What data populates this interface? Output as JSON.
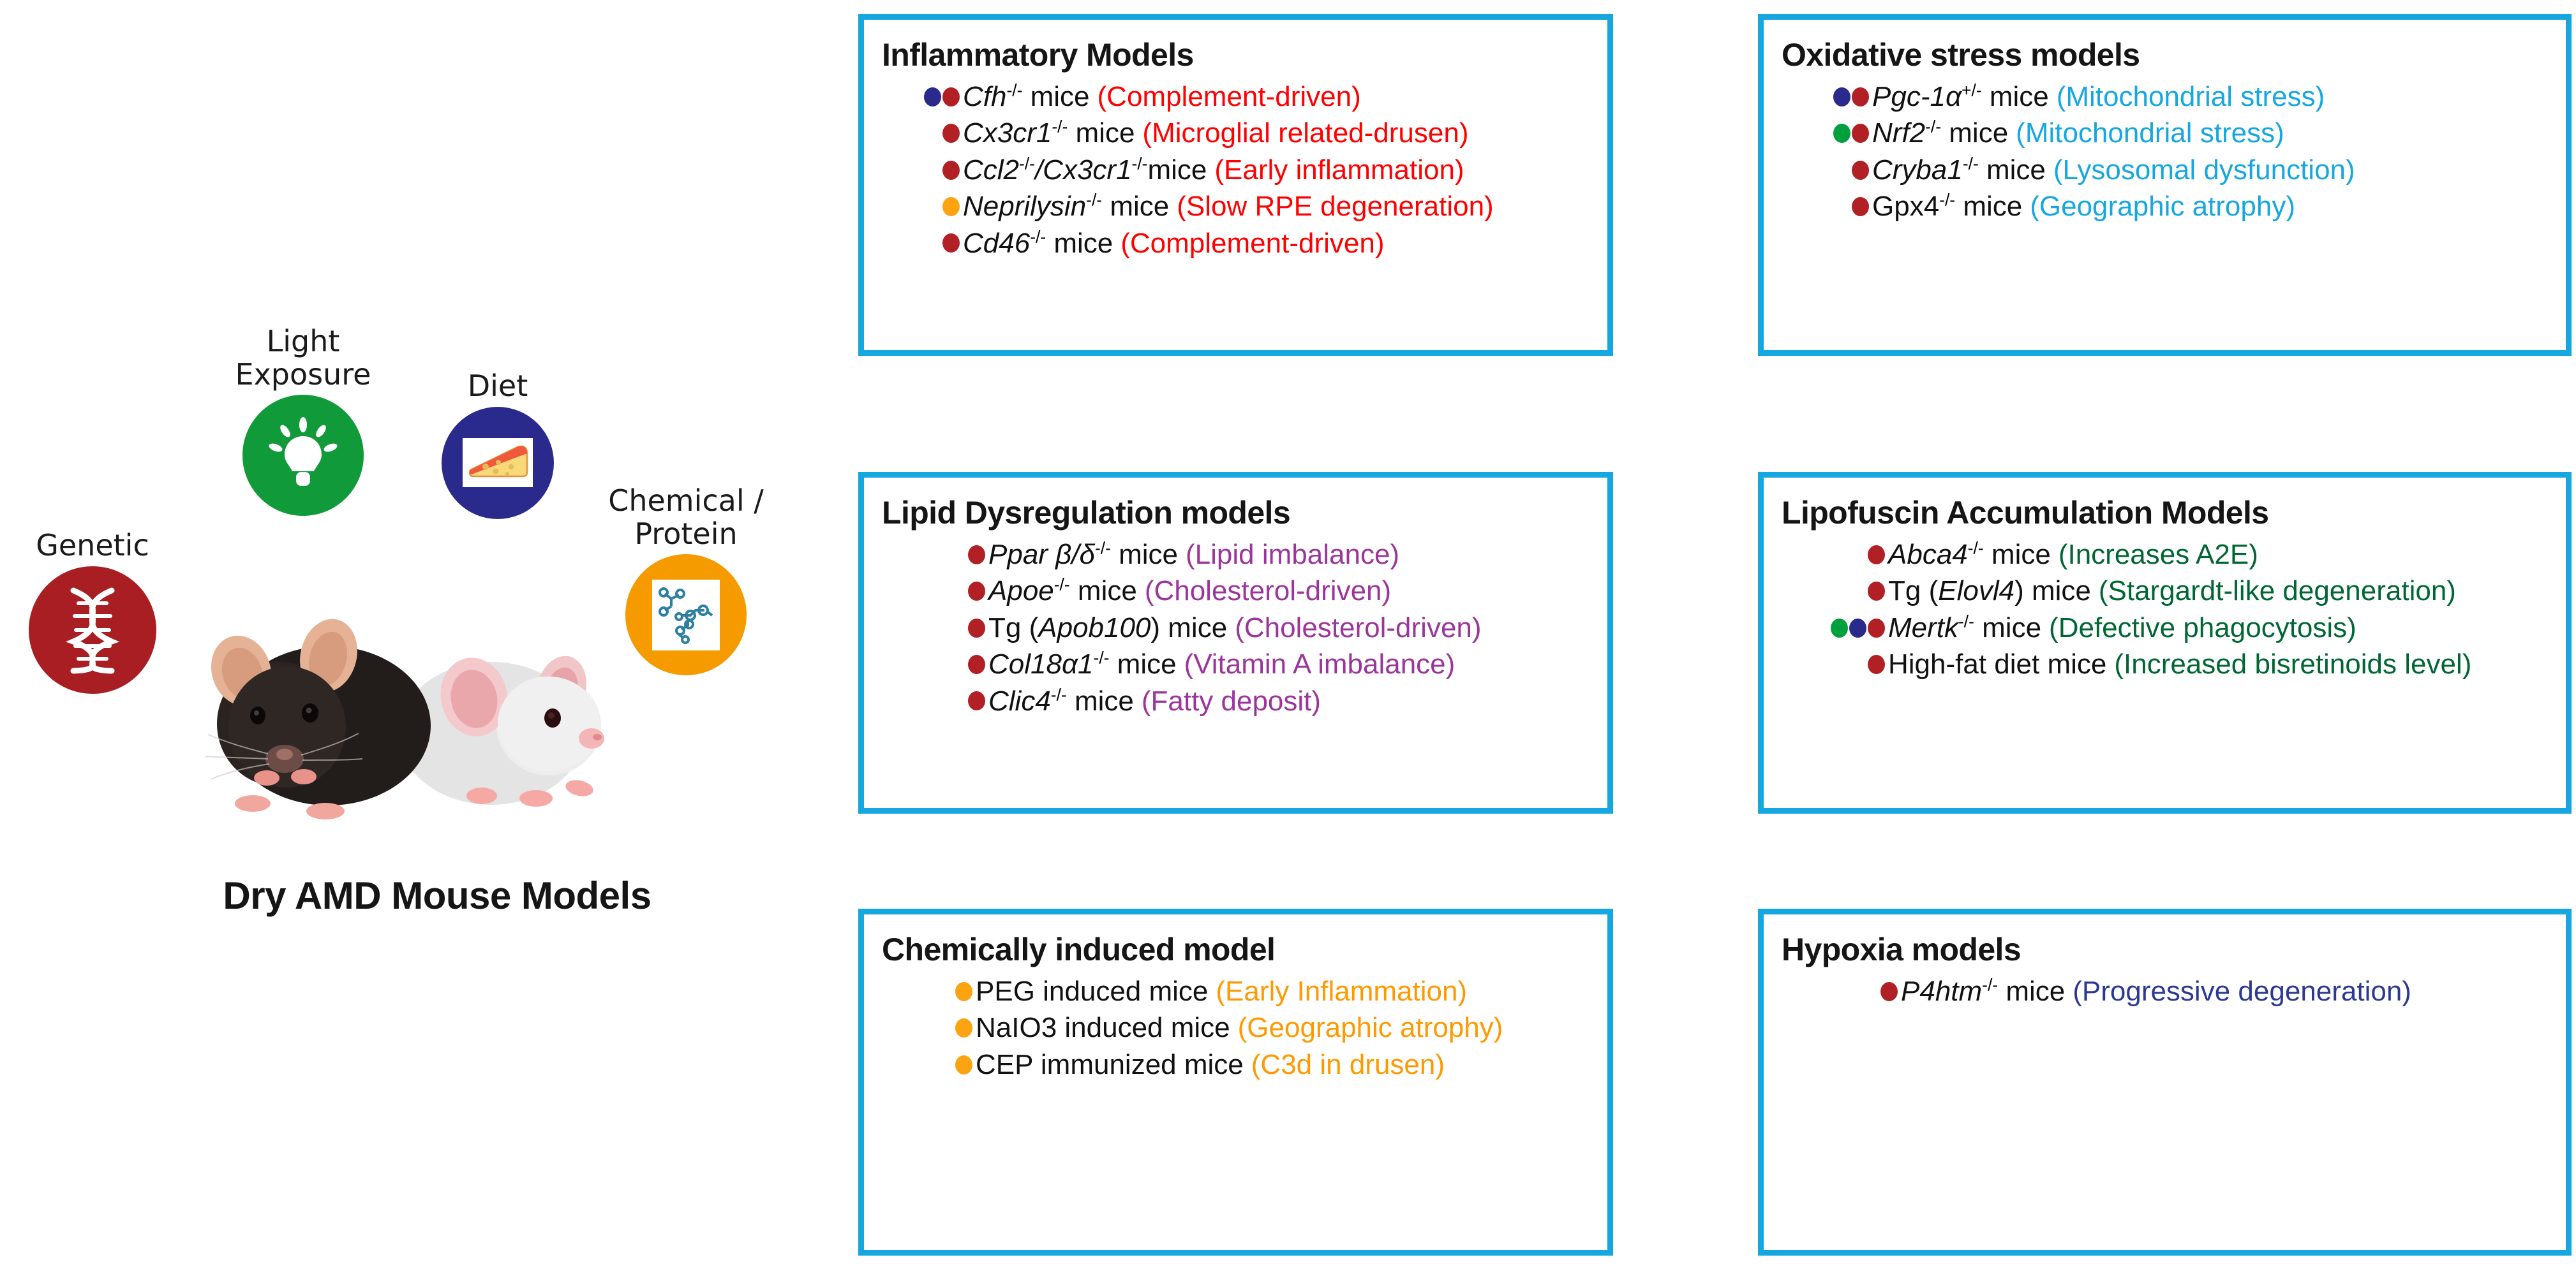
{
  "figure": {
    "title": "Dry AMD Mouse Models",
    "photo_alt": "two-mice-photo"
  },
  "colors": {
    "box_border": "#16A7E0",
    "dot_red": "#B02025",
    "dot_blue": "#2A2A8C",
    "dot_green": "#00A03C",
    "dot_orange": "#FCA311",
    "genetic_circle": "#A81E22",
    "light_circle": "#109A39",
    "diet_circle": "#2A2A8C",
    "chemical_circle": "#F59B00",
    "note_inflammatory": "#FF0000",
    "note_oxidative": "#16A7E0",
    "note_lipid": "#9B359B",
    "note_lipofuscin": "#006633",
    "note_chemical": "#FF9900",
    "note_hypoxia": "#2B3990"
  },
  "factors": [
    {
      "id": "genetic",
      "label": "Genetic",
      "icon": "dna-icon"
    },
    {
      "id": "light",
      "label": "Light\nExposure",
      "icon": "lightbulb-icon"
    },
    {
      "id": "diet",
      "label": "Diet",
      "icon": "cheese-icon"
    },
    {
      "id": "chemical",
      "label": "Chemical /\nProtein",
      "icon": "molecule-icon"
    }
  ],
  "boxes": [
    {
      "id": "inflammatory",
      "title": "Inflammatory Models",
      "entries": [
        {
          "dots": [
            "blue",
            "red"
          ],
          "gene": "Cfh",
          "sup": "-/-",
          "rest": " mice",
          "note": "(Complement-driven)"
        },
        {
          "dots": [
            "red"
          ],
          "gene": "Cx3cr1",
          "sup": "-/-",
          "rest": " mice",
          "note": "(Microglial related-drusen)"
        },
        {
          "dots": [
            "red"
          ],
          "gene": "Ccl2",
          "sup": "-/-",
          "gene2": "/Cx3cr1",
          "sup2": "-/-",
          "rest": "mice",
          "note": "(Early inflammation)"
        },
        {
          "dots": [
            "orange"
          ],
          "gene": "Neprilysin",
          "sup": "-/-",
          "rest": " mice",
          "note": "(Slow RPE degeneration)"
        },
        {
          "dots": [
            "red"
          ],
          "gene": "Cd46",
          "sup": "-/-",
          "rest": " mice",
          "note": "(Complement-driven)"
        }
      ]
    },
    {
      "id": "oxidative",
      "title": "Oxidative stress models",
      "entries": [
        {
          "dots": [
            "blue",
            "red"
          ],
          "gene": "Pgc-1α",
          "sup": "+/-",
          "rest": " mice",
          "note": "(Mitochondrial stress)"
        },
        {
          "dots": [
            "green",
            "red"
          ],
          "gene": "Nrf2",
          "sup": "-/-",
          "rest": " mice",
          "note": "(Mitochondrial stress)"
        },
        {
          "dots": [
            "red"
          ],
          "gene": "Cryba1",
          "sup": "-/-",
          "rest": " mice",
          "note": "(Lysosomal dysfunction)"
        },
        {
          "dots": [
            "red"
          ],
          "plain": "Gpx4",
          "sup": "-/-",
          "rest": " mice",
          "note": "(Geographic atrophy)"
        }
      ]
    },
    {
      "id": "lipid",
      "title": "Lipid Dysregulation models",
      "entries": [
        {
          "dots": [
            "red"
          ],
          "gene": "Ppar β/δ",
          "sup": "-/-",
          "rest": " mice",
          "note": "(Lipid imbalance)"
        },
        {
          "dots": [
            "red"
          ],
          "gene": "Apoe",
          "sup": "-/-",
          "rest": " mice",
          "note": "(Cholesterol-driven)"
        },
        {
          "dots": [
            "red"
          ],
          "plain": "Tg (",
          "gene": "Apob100",
          "rest": ") mice",
          "note": "(Cholesterol-driven)"
        },
        {
          "dots": [
            "red"
          ],
          "gene": "Col18α1",
          "sup": "-/-",
          "rest": " mice",
          "note": "(Vitamin A imbalance)"
        },
        {
          "dots": [
            "red"
          ],
          "gene": "Clic4",
          "sup": "-/-",
          "rest": " mice",
          "note": "(Fatty deposit)"
        }
      ]
    },
    {
      "id": "lipofuscin",
      "title": "Lipofuscin Accumulation Models",
      "entries": [
        {
          "dots": [
            "red"
          ],
          "gene": "Abca4",
          "sup": "-/-",
          "rest": " mice",
          "note": "(Increases A2E)"
        },
        {
          "dots": [
            "red"
          ],
          "plain": "Tg (",
          "gene": "Elovl4",
          "rest": ") mice",
          "note": "(Stargardt-like degeneration)"
        },
        {
          "dots": [
            "green",
            "blue",
            "red"
          ],
          "gene": "Mertk",
          "sup": "-/-",
          "rest": " mice",
          "note": "(Defective phagocytosis)"
        },
        {
          "dots": [
            "red"
          ],
          "plain": "High-fat diet mice",
          "note": "(Increased bisretinoids level)"
        }
      ]
    },
    {
      "id": "chemical",
      "title": "Chemically induced model",
      "entries": [
        {
          "dots": [
            "orange"
          ],
          "plain": "PEG induced mice",
          "note": "(Early Inflammation)"
        },
        {
          "dots": [
            "orange"
          ],
          "plain": "NaIO3 induced mice",
          "note": "(Geographic atrophy)"
        },
        {
          "dots": [
            "orange"
          ],
          "plain": "CEP immunized mice",
          "note": "(C3d in drusen)"
        }
      ]
    },
    {
      "id": "hypoxia",
      "title": "Hypoxia models",
      "entries": [
        {
          "dots": [
            "red"
          ],
          "gene": "P4htm",
          "sup": "-/-",
          "rest": " mice",
          "note": "(Progressive degeneration)"
        }
      ]
    }
  ]
}
